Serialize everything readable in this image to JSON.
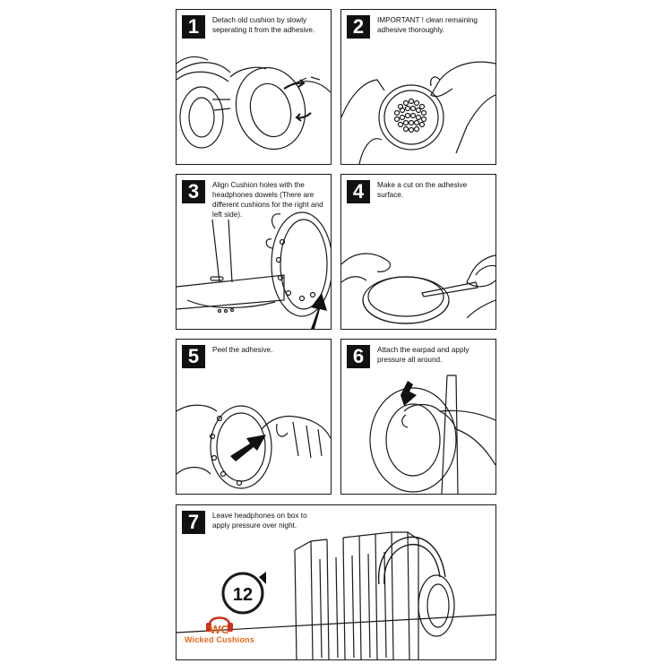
{
  "steps": [
    {
      "number": "1",
      "text": "Detach old cushion by slowly\nseperating it from the adhesive."
    },
    {
      "number": "2",
      "text": "IMPORTANT ! clean remaining\nadhesive thoroughly."
    },
    {
      "number": "3",
      "text": "Align Cushion holes with the\nheadphones dowels (There are\ndifferent cushions for the right and\nleft side)."
    },
    {
      "number": "4",
      "text": "Make a cut on the adhesive surface."
    },
    {
      "number": "5",
      "text": "Peel the adhesive."
    },
    {
      "number": "6",
      "text": "Attach the earpad and apply\npressure all around."
    },
    {
      "number": "7",
      "text": "Leave headphones on box to\napply pressure over night."
    }
  ],
  "clock": {
    "label": "12"
  },
  "logo": {
    "mark": "WC",
    "name": "Wicked Cushions"
  },
  "colors": {
    "line": "#1a1a1a",
    "logo_orange": "#e8641a",
    "logo_red": "#c8321e",
    "logo_blue": "#2a7fc0"
  }
}
